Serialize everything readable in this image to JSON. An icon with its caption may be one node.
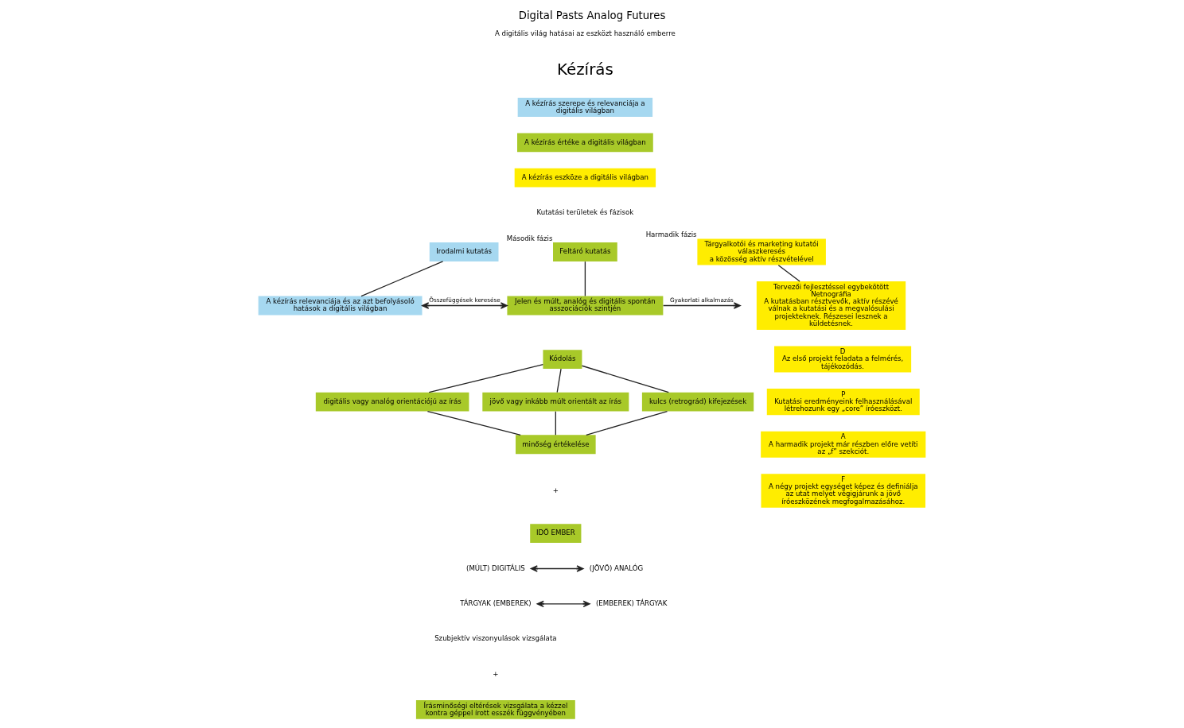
{
  "diagram": {
    "title": "Digital Pasts Analog Futures",
    "nodes": [
      {
        "text": [
          "Irodalmi kutatás"
        ]
      },
      {
        "text": [
          "A kézírás relevanciája és az azt befolyásoló hatások a digitális világban"
        ]
      },
      {
        "text": [
          "Feltáró kutatás"
        ],
        "beside": [
          "Második fázis"
        ]
      },
      {
        "text": [
          "Jelen és múlt, analóg és digitális spontán asszociációk szintjén"
        ]
      },
      {
        "text": [
          "Tárgyalkotói és marketing kutatói válaszkeresés",
          "a közösség aktív részvételével"
        ],
        "beside": [
          "Harmadik fázis"
        ]
      },
      {
        "text": [
          "Tervezői fejlesztéssel egybekötött Netnográfia",
          "A kutatásban résztvevők, aktív részévé válnak a kutatási és a megvalósulási projekteknek. Részesei lesznek a küldetésnek."
        ]
      },
      {
        "text": [
          "Kódolás"
        ]
      },
      {
        "text": [
          "digitális vagy analóg orientációjú az írás"
        ]
      },
      {
        "text": [
          "jövő vagy inkább múlt orientált az írás"
        ]
      },
      {
        "text": [
          "kulcs (retrográd) kifejezések"
        ]
      },
      {
        "text": [
          "minőség értékelése"
        ]
      },
      {
        "text": [
          "IDŐ EMBER"
        ]
      },
      {
        "text": [
          "(MÚLT) DIGITÁLIS"
        ]
      },
      {
        "text": [
          "(JÖVŐ) ANALÓG"
        ]
      },
      {
        "text": [
          "TÁRGYAK (EMBEREK)"
        ]
      },
      {
        "text": [
          "(EMBEREK) TÁRGYAK"
        ]
      },
      {
        "text": [
          "Írásminőségi eltérések vizsgálata a kézzel kontra géppel írott esszék függvényében"
        ]
      },
      {
        "text": [
          "D",
          "Az első projekt feladata a felmérés, tájékozódás."
        ]
      },
      {
        "text": [
          "P",
          "Kutatási eredményeink felhasználásával létrehozunk egy „core” íróeszközt."
        ]
      },
      {
        "text": [
          "A",
          "A harmadik projekt már részben előre vetíti az „f” szekciót."
        ]
      },
      {
        "text": [
          "F",
          "A négy projekt egységet képez és definiálja az utat melyet végigjárunk a jövő íróeszközének megfogalmazásához."
        ]
      },
      {
        "text": [
          "A kézírás szerepe és relevanciája a digitális világban"
        ]
      },
      {
        "text": [
          "A kézírás értéke a digitális világban"
        ]
      },
      {
        "text": [
          "A kézírás eszköze a digitális világban"
        ]
      }
    ],
    "edges": [
      {
        "from": 0,
        "to": 1,
        "arrow": "none"
      },
      {
        "from": 1,
        "to": 3,
        "arrow": "both",
        "label": "Összefüggések keresése"
      },
      {
        "from": 2,
        "to": 3,
        "arrow": "none"
      },
      {
        "from": 3,
        "to": null,
        "arrow": "to",
        "label": "Gyakorlati alkalmazás"
      },
      {
        "from": 4,
        "to": 5,
        "arrow": "none"
      },
      {
        "from": 6,
        "to": 7,
        "arrow": "none"
      },
      {
        "from": 6,
        "to": 8,
        "arrow": "none"
      },
      {
        "from": 6,
        "to": 9,
        "arrow": "none"
      },
      {
        "from": 7,
        "to": 10,
        "arrow": "none"
      },
      {
        "from": 8,
        "to": 10,
        "arrow": "none"
      },
      {
        "from": 9,
        "to": 10,
        "arrow": "none"
      },
      {
        "from": 12,
        "to": 13,
        "arrow": "both"
      },
      {
        "from": 14,
        "to": 15,
        "arrow": "both"
      }
    ],
    "labels": [
      "A digitális világ hatásai az eszközt használó emberre",
      "Kézírás",
      "Kutatási területek és fázisok",
      "+",
      "Szubjektív viszonyulások vizsgálata",
      "+"
    ]
  }
}
